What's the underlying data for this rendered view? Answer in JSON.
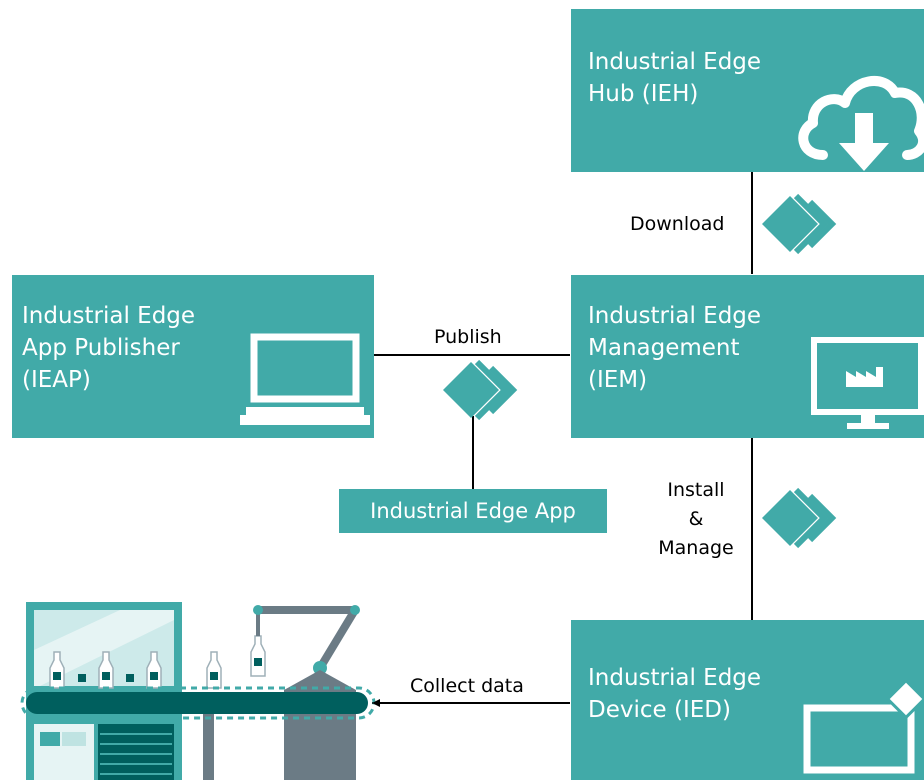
{
  "colors": {
    "teal": "#41aaa8",
    "dark_teal": "#005f5e",
    "gray": "#6b7b85",
    "white": "#ffffff",
    "line": "#000000"
  },
  "boxes": {
    "ieh": {
      "title": "Industrial Edge\nHub (IEH)",
      "icon": "cloud-download-icon"
    },
    "iem": {
      "title": "Industrial Edge\nManagement\n(IEM)",
      "icon": "monitor-factory-icon"
    },
    "ieap": {
      "title": "Industrial Edge\nApp Publisher\n(IEAP)",
      "icon": "laptop-icon"
    },
    "ied": {
      "title": "Industrial Edge\nDevice (IED)",
      "icon": "device-icon"
    }
  },
  "app_label": "Industrial Edge App",
  "connectors": {
    "download": "Download",
    "publish": "Publish",
    "install": "Install\n&\nManage",
    "collect": "Collect data"
  }
}
